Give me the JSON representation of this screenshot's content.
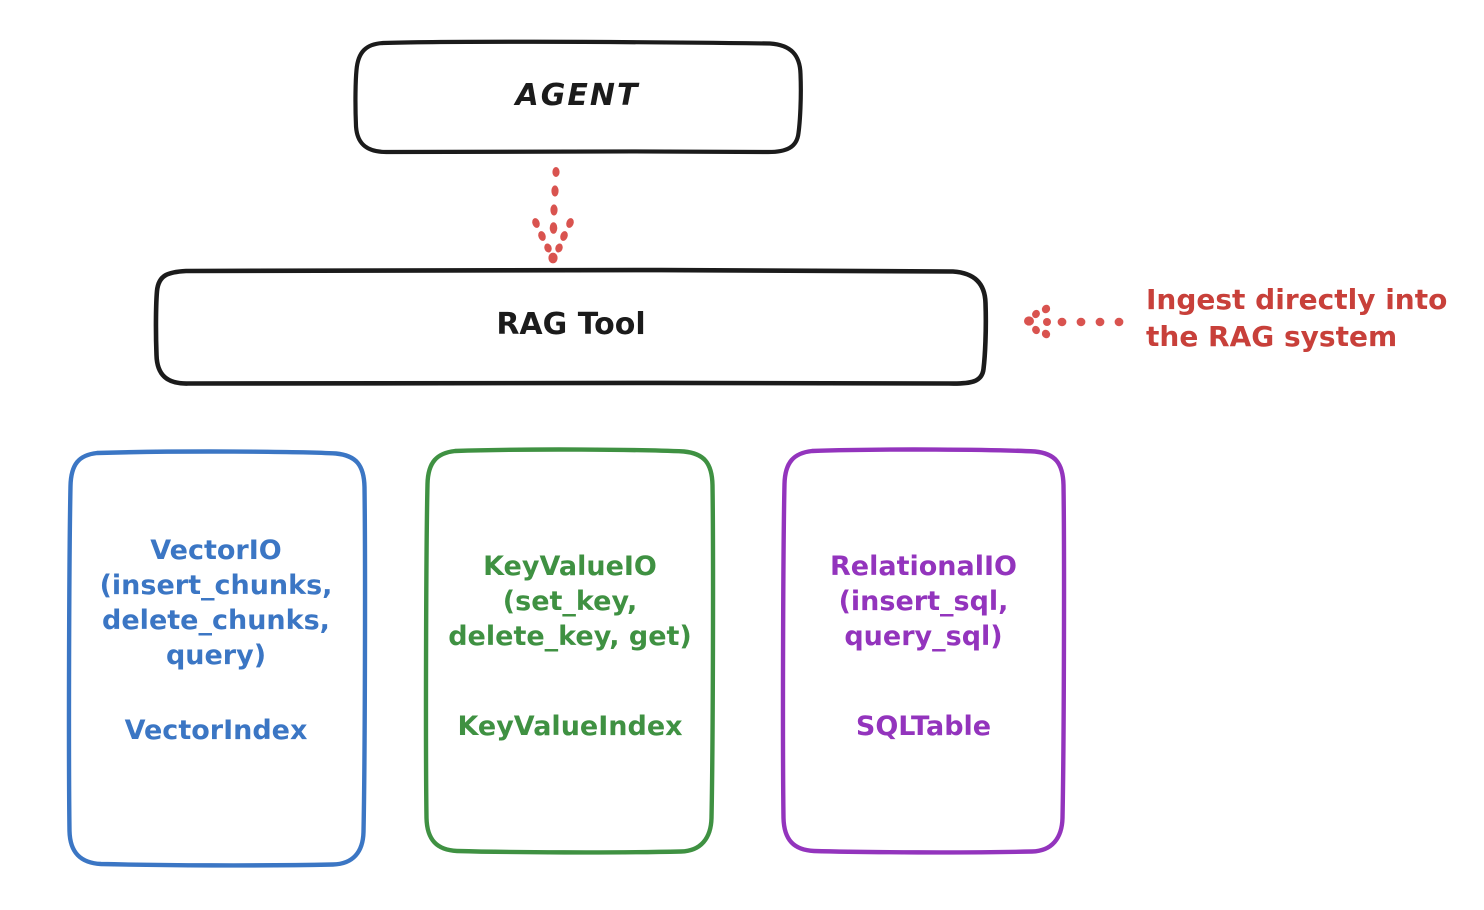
{
  "diagram": {
    "title_node": {
      "label": "AGENT"
    },
    "tool_node": {
      "label": "RAG Tool"
    },
    "annotation": {
      "line1": "Ingest directly into",
      "line2": "the RAG system",
      "full": "Ingest directly into\nthe RAG system"
    },
    "providers": [
      {
        "id": "vector",
        "api": "VectorIO\n(insert_chunks,\ndelete_chunks,\nquery)",
        "api_name": "VectorIO",
        "methods": [
          "insert_chunks",
          "delete_chunks",
          "query"
        ],
        "resource": "VectorIndex",
        "color": "#3b76c4"
      },
      {
        "id": "keyvalue",
        "api": "KeyValueIO\n(set_key,\ndelete_key, get)",
        "api_name": "KeyValueIO",
        "methods": [
          "set_key",
          "delete_key",
          "get"
        ],
        "resource": "KeyValueIndex",
        "color": "#3f9142"
      },
      {
        "id": "relational",
        "api": "RelationalIO\n(insert_sql,\nquery_sql)",
        "api_name": "RelationalIO",
        "methods": [
          "insert_sql",
          "query_sql"
        ],
        "resource": "SQLTable",
        "color": "#9334bd"
      }
    ],
    "colors": {
      "stroke_black": "#1b1b1b",
      "blue": "#3b76c4",
      "green": "#3f9142",
      "purple": "#9334bd",
      "red": "#c8403a",
      "background": "#ffffff"
    },
    "connectors": [
      {
        "id": "agent-to-ragtool",
        "style": "dotted-arrow",
        "direction": "down",
        "color": "#c8403a"
      },
      {
        "id": "annotation-to-ragtool",
        "style": "dotted-arrow",
        "direction": "left",
        "color": "#c8403a"
      }
    ]
  }
}
